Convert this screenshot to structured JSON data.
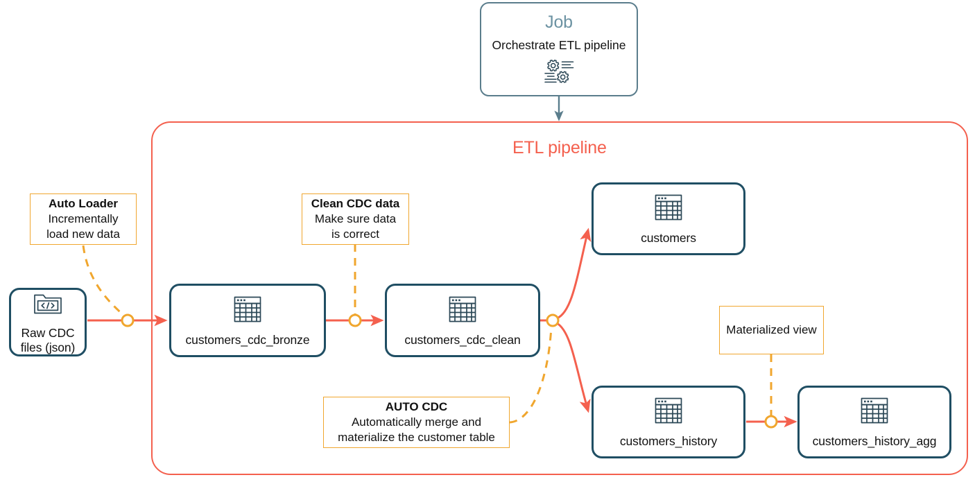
{
  "diagram": {
    "title": "ETL pipeline diagram",
    "colors": {
      "node_border": "#1f4e63",
      "pipeline_border": "#f4604e",
      "pipeline_title": "#f4604e",
      "flow_arrow": "#f4604e",
      "annotation_border": "#f0a62e",
      "annotation_connector": "#f0a62e",
      "job_border": "#5a7d8c",
      "job_title": "#6d93a3",
      "text": "#111111",
      "background": "#ffffff"
    }
  },
  "job": {
    "title": "Job",
    "subtitle": "Orchestrate ETL pipeline",
    "icon": "gears-icon"
  },
  "pipeline": {
    "title": "ETL pipeline"
  },
  "nodes": {
    "raw_cdc": {
      "label": "Raw CDC\nfiles (json)",
      "icon": "folder-code-icon"
    },
    "cdc_bronze": {
      "label": "customers_cdc_bronze",
      "icon": "table-icon"
    },
    "cdc_clean": {
      "label": "customers_cdc_clean",
      "icon": "table-icon"
    },
    "customers": {
      "label": "customers",
      "icon": "table-icon"
    },
    "customers_history": {
      "label": "customers_history",
      "icon": "table-icon"
    },
    "customers_history_agg": {
      "label": "customers_history_agg",
      "icon": "table-icon"
    }
  },
  "callouts": {
    "auto_loader": {
      "title": "Auto Loader",
      "body": "Incrementally\nload new data"
    },
    "clean_cdc": {
      "title": "Clean CDC data",
      "body": "Make sure data\nis correct"
    },
    "auto_cdc": {
      "title": "AUTO CDC",
      "body": "Automatically merge and\nmaterialize the customer table"
    },
    "materialized_view": {
      "title": "",
      "body": "Materialized view"
    }
  }
}
